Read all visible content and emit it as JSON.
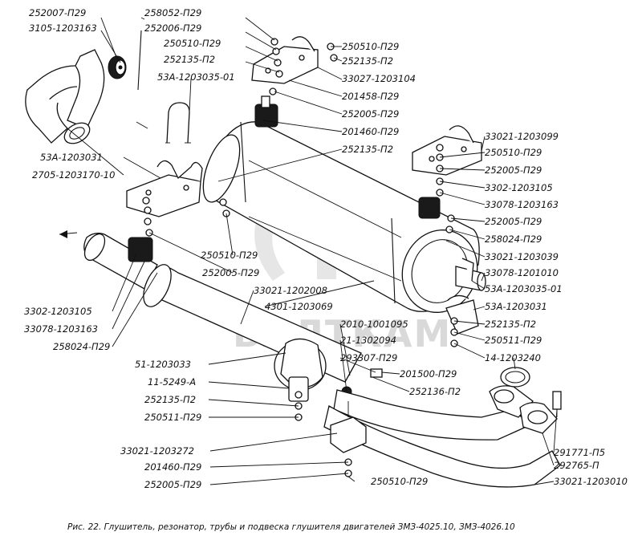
{
  "watermark": {
    "text": "БАЛТКАМ"
  },
  "caption": "Рис. 22. Глушитель, резонатор, трубы и подвеска глушителя двигателей ЗМЗ-4025.10, ЗМЗ-4026.10",
  "labels": {
    "l01": "252007-П29",
    "l02": "3105-1203163",
    "l03": "258052-П29",
    "l04": "252006-П29",
    "l05": "250510-П29",
    "l06": "252135-П2",
    "l07": "53А-1203035-01",
    "l08": "250510-П29",
    "l09": "252135-П2",
    "l10": "33027-1203104",
    "l11": "201458-П29",
    "l12": "252005-П29",
    "l13": "201460-П29",
    "l14": "252135-П2",
    "l15": "53А-1203031",
    "l16": "2705-1203170-10",
    "l17": "33021-1203099",
    "l18": "250510-П29",
    "l19": "252005-П29",
    "l20": "3302-1203105",
    "l21": "33078-1203163",
    "l22": "252005-П29",
    "l23": "258024-П29",
    "l24": "33021-1203039",
    "l25": "33078-1201010",
    "l26": "53А-1203035-01",
    "l27": "53А-1203031",
    "l28": "252135-П2",
    "l29": "250511-П29",
    "l30": "14-1203240",
    "l31": "250510-П29",
    "l32": "252005-П29",
    "l33": "33021-1202008",
    "l34": "4301-1203069",
    "l35": "3302-1203105",
    "l36": "33078-1203163",
    "l37": "258024-П29",
    "l38": "2010-1001095",
    "l39": "21-1302094",
    "l40": "293307-П29",
    "l41": "51-1203033",
    "l42": "11-5249-А",
    "l43": "201500-П29",
    "l44": "252136-П2",
    "l45": "252135-П2",
    "l46": "250511-П29",
    "l47": "33021-1203272",
    "l48": "201460-П29",
    "l49": "252005-П29",
    "l50": "250510-П29",
    "l51": "33021-1203010",
    "l52": "292765-П",
    "l53": "291771-П5"
  }
}
